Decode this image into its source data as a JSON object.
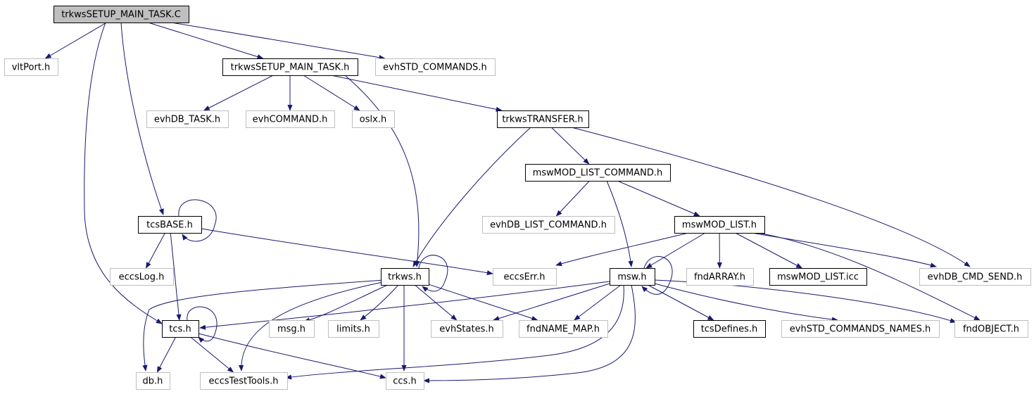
{
  "colors": {
    "edge": "#191970",
    "root_fill": "#bfbfbf",
    "root_border": "#000000",
    "documented_border": "#000000",
    "external_border": "#bfbfbf",
    "label": "#000000"
  },
  "nodes": [
    {
      "id": "trkwsSETUP_MAIN_TASK_C",
      "label": "trkwsSETUP_MAIN_TASK.C",
      "kind": "root"
    },
    {
      "id": "vltPort_h",
      "label": "vltPort.h",
      "kind": "external"
    },
    {
      "id": "trkwsSETUP_MAIN_TASK_h",
      "label": "trkwsSETUP_MAIN_TASK.h",
      "kind": "documented"
    },
    {
      "id": "evhSTD_COMMANDS_h",
      "label": "evhSTD_COMMANDS.h",
      "kind": "external"
    },
    {
      "id": "evhDB_TASK_h",
      "label": "evhDB_TASK.h",
      "kind": "external"
    },
    {
      "id": "evhCOMMAND_h",
      "label": "evhCOMMAND.h",
      "kind": "external"
    },
    {
      "id": "oslx_h",
      "label": "oslx.h",
      "kind": "external"
    },
    {
      "id": "trkwsTRANSFER_h",
      "label": "trkwsTRANSFER.h",
      "kind": "documented"
    },
    {
      "id": "mswMOD_LIST_COMMAND_h",
      "label": "mswMOD_LIST_COMMAND.h",
      "kind": "documented"
    },
    {
      "id": "tcsBASE_h",
      "label": "tcsBASE.h",
      "kind": "documented"
    },
    {
      "id": "evhDB_LIST_COMMAND_h",
      "label": "evhDB_LIST_COMMAND.h",
      "kind": "external"
    },
    {
      "id": "mswMOD_LIST_h",
      "label": "mswMOD_LIST.h",
      "kind": "documented"
    },
    {
      "id": "eccsLog_h",
      "label": "eccsLog.h",
      "kind": "external"
    },
    {
      "id": "trkws_h",
      "label": "trkws.h",
      "kind": "documented"
    },
    {
      "id": "eccsErr_h",
      "label": "eccsErr.h",
      "kind": "external"
    },
    {
      "id": "msw_h",
      "label": "msw.h",
      "kind": "documented"
    },
    {
      "id": "fndARRAY_h",
      "label": "fndARRAY.h",
      "kind": "external"
    },
    {
      "id": "mswMOD_LIST_icc",
      "label": "mswMOD_LIST.icc",
      "kind": "documented"
    },
    {
      "id": "evhDB_CMD_SEND_h",
      "label": "evhDB_CMD_SEND.h",
      "kind": "external"
    },
    {
      "id": "tcs_h",
      "label": "tcs.h",
      "kind": "documented"
    },
    {
      "id": "msg_h",
      "label": "msg.h",
      "kind": "external"
    },
    {
      "id": "limits_h",
      "label": "limits.h",
      "kind": "external"
    },
    {
      "id": "evhStates_h",
      "label": "evhStates.h",
      "kind": "external"
    },
    {
      "id": "fndNAME_MAP_h",
      "label": "fndNAME_MAP.h",
      "kind": "external"
    },
    {
      "id": "tcsDefines_h",
      "label": "tcsDefines.h",
      "kind": "documented"
    },
    {
      "id": "evhSTD_COMMANDS_NAMES_h",
      "label": "evhSTD_COMMANDS_NAMES.h",
      "kind": "external"
    },
    {
      "id": "fndOBJECT_h",
      "label": "fndOBJECT.h",
      "kind": "external"
    },
    {
      "id": "db_h",
      "label": "db.h",
      "kind": "external"
    },
    {
      "id": "eccsTestTools_h",
      "label": "eccsTestTools.h",
      "kind": "external"
    },
    {
      "id": "ccs_h",
      "label": "ccs.h",
      "kind": "external"
    }
  ],
  "edges": [
    [
      "trkwsSETUP_MAIN_TASK_C",
      "vltPort_h"
    ],
    [
      "trkwsSETUP_MAIN_TASK_C",
      "trkwsSETUP_MAIN_TASK_h"
    ],
    [
      "trkwsSETUP_MAIN_TASK_C",
      "evhSTD_COMMANDS_h"
    ],
    [
      "trkwsSETUP_MAIN_TASK_C",
      "tcsBASE_h"
    ],
    [
      "trkwsSETUP_MAIN_TASK_C",
      "tcs_h"
    ],
    [
      "trkwsSETUP_MAIN_TASK_h",
      "evhDB_TASK_h"
    ],
    [
      "trkwsSETUP_MAIN_TASK_h",
      "evhCOMMAND_h"
    ],
    [
      "trkwsSETUP_MAIN_TASK_h",
      "oslx_h"
    ],
    [
      "trkwsSETUP_MAIN_TASK_h",
      "trkwsTRANSFER_h"
    ],
    [
      "trkwsSETUP_MAIN_TASK_h",
      "trkws_h"
    ],
    [
      "trkwsTRANSFER_h",
      "mswMOD_LIST_COMMAND_h"
    ],
    [
      "trkwsTRANSFER_h",
      "trkws_h"
    ],
    [
      "trkwsTRANSFER_h",
      "evhDB_CMD_SEND_h"
    ],
    [
      "mswMOD_LIST_COMMAND_h",
      "evhDB_LIST_COMMAND_h"
    ],
    [
      "mswMOD_LIST_COMMAND_h",
      "mswMOD_LIST_h"
    ],
    [
      "mswMOD_LIST_COMMAND_h",
      "msw_h"
    ],
    [
      "tcsBASE_h",
      "tcsBASE_h"
    ],
    [
      "tcsBASE_h",
      "eccsLog_h"
    ],
    [
      "tcsBASE_h",
      "eccsErr_h"
    ],
    [
      "tcsBASE_h",
      "tcs_h"
    ],
    [
      "mswMOD_LIST_h",
      "eccsErr_h"
    ],
    [
      "mswMOD_LIST_h",
      "msw_h"
    ],
    [
      "mswMOD_LIST_h",
      "fndARRAY_h"
    ],
    [
      "mswMOD_LIST_h",
      "mswMOD_LIST_icc"
    ],
    [
      "mswMOD_LIST_h",
      "evhDB_CMD_SEND_h"
    ],
    [
      "mswMOD_LIST_h",
      "fndOBJECT_h"
    ],
    [
      "trkws_h",
      "trkws_h"
    ],
    [
      "trkws_h",
      "db_h"
    ],
    [
      "trkws_h",
      "msg_h"
    ],
    [
      "trkws_h",
      "limits_h"
    ],
    [
      "trkws_h",
      "evhStates_h"
    ],
    [
      "trkws_h",
      "fndNAME_MAP_h"
    ],
    [
      "trkws_h",
      "eccsTestTools_h"
    ],
    [
      "trkws_h",
      "ccs_h"
    ],
    [
      "msw_h",
      "msw_h"
    ],
    [
      "msw_h",
      "tcs_h"
    ],
    [
      "msw_h",
      "evhStates_h"
    ],
    [
      "msw_h",
      "fndNAME_MAP_h"
    ],
    [
      "msw_h",
      "tcsDefines_h"
    ],
    [
      "msw_h",
      "evhSTD_COMMANDS_NAMES_h"
    ],
    [
      "msw_h",
      "fndOBJECT_h"
    ],
    [
      "msw_h",
      "eccsTestTools_h"
    ],
    [
      "msw_h",
      "ccs_h"
    ],
    [
      "tcs_h",
      "tcs_h"
    ],
    [
      "tcs_h",
      "db_h"
    ],
    [
      "tcs_h",
      "eccsTestTools_h"
    ],
    [
      "tcs_h",
      "ccs_h"
    ]
  ]
}
